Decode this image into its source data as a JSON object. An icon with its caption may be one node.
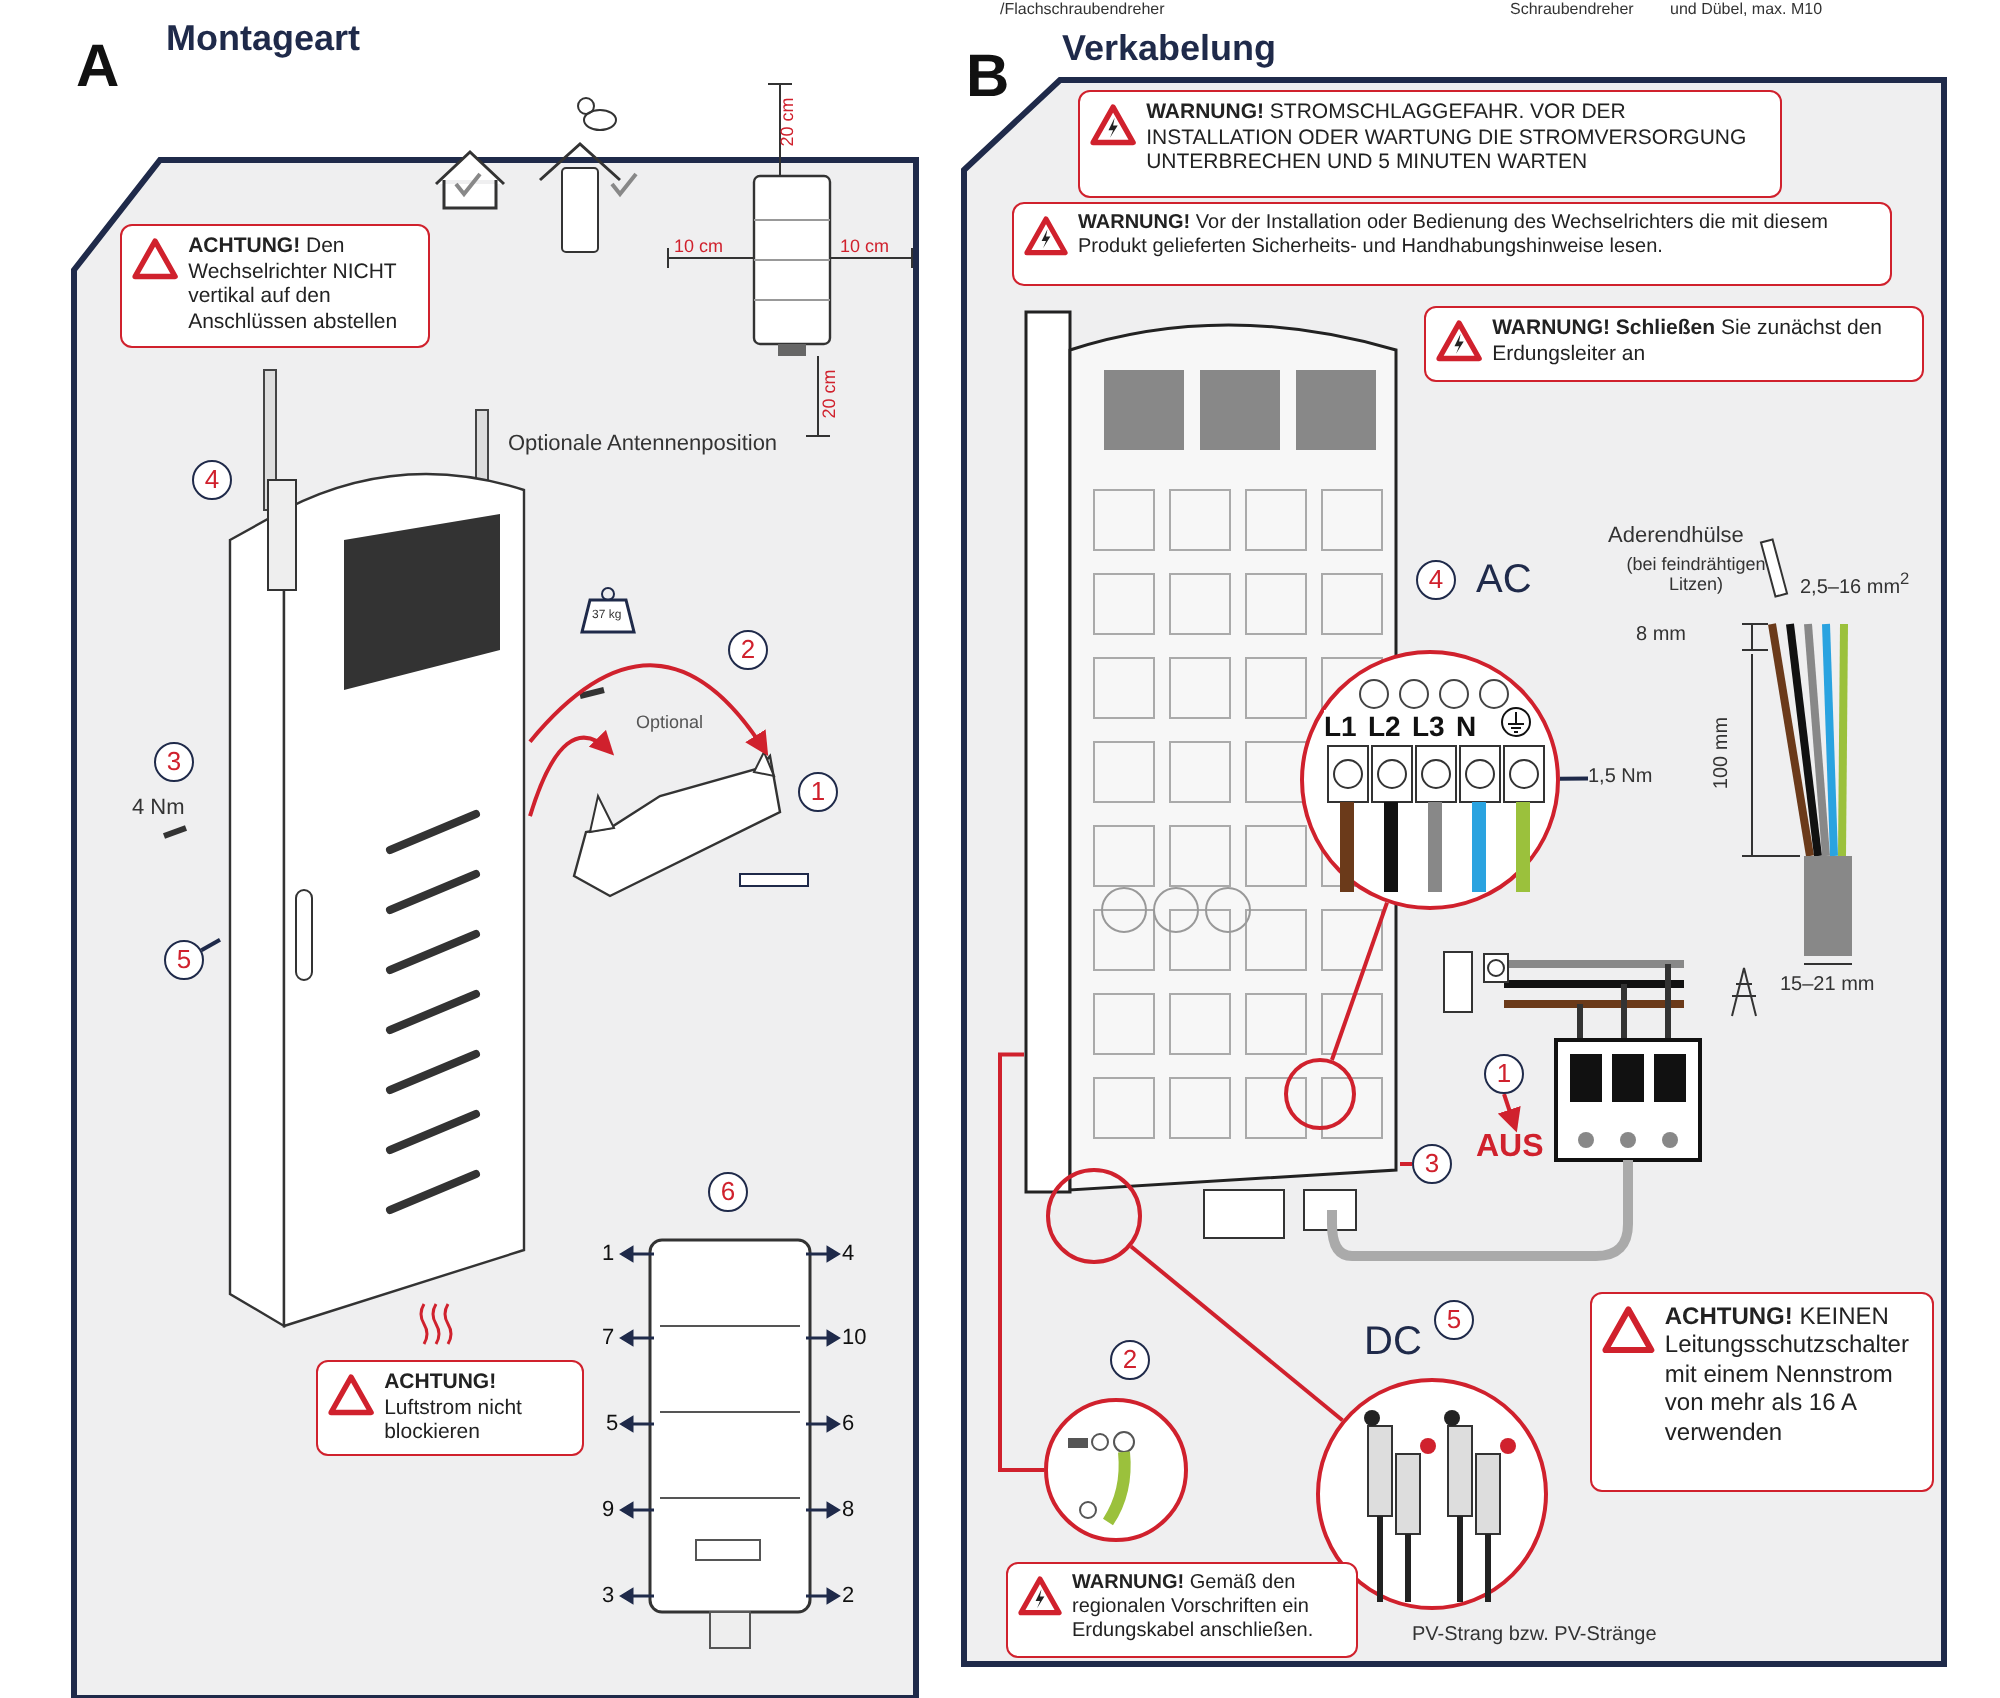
{
  "diagram": {
    "nodes": [
      {
        "text": [
          "A",
          "Montageart"
        ]
      },
      {
        "text": [
          "**ACHTUNG!** Den Wechselrichter NICHT vertikal auf den Anschlüssen abstellen"
        ],
        "in": 0
      },
      {
        "text": [
          "4"
        ],
        "in": 0
      },
      {
        "text": [
          "3"
        ],
        "in": 0,
        "beside": [
          "4 Nm"
        ]
      },
      {
        "text": [
          "2"
        ],
        "in": 0
      },
      {
        "text": [
          "1"
        ],
        "in": 0
      },
      {
        "text": [
          "5"
        ],
        "in": 0
      },
      {
        "text": [
          "6"
        ],
        "in": 0
      },
      {
        "text": [
          "**ACHTUNG!** Luftstrom nicht blockieren"
        ],
        "in": 0
      },
      {
        "text": [],
        "shape": "picture",
        "in": 0
      },
      {
        "text": [],
        "shape": "picture",
        "in": 0
      },
      {
        "text": [
          "B",
          "Verkabelung"
        ]
      },
      {
        "text": [
          "**WARNUNG!** STROMSCHLAGGEFAHR. VOR DER INSTALLATION ODER WARTUNG DIE STROMVERSORGUNG UNTERBRECHEN UND 5 MINUTEN WARTEN"
        ],
        "in": 11
      },
      {
        "text": [
          "**WARNUNG!** Vor der Installation oder Bedienung des Wechselrichters die mit diesem Produkt gelieferten Sicherheits- und Handhabungshinweise lesen."
        ],
        "in": 11
      },
      {
        "text": [
          "**WARNUNG! Schließen** Sie zunächst den Erdungsleiter an"
        ],
        "in": 11
      },
      {
        "text": [],
        "shape": "picture",
        "in": 11
      },
      {
        "text": [
          "4"
        ],
        "in": 11
      },
      {
        "text": [
          "L1",
          "L2",
          "L3",
          "N"
        ],
        "in": 11
      },
      {
        "text": [],
        "shape": "circle",
        "in": 15
      },
      {
        "text": [
          "1"
        ],
        "in": 11
      },
      {
        "text": [
          "3"
        ],
        "in": 11
      },
      {
        "text": [
          "**ACHTUNG!** KEINEN Leitungsschutzschalter mit einem Nennstrom von mehr als 16 A verwenden"
        ],
        "in": 11
      },
      {
        "text": [],
        "shape": "circle",
        "in": 11
      },
      {
        "text": [
          "2"
        ],
        "in": 11
      },
      {
        "text": [],
        "shape": "circle",
        "in": 11
      },
      {
        "text": [
          "5"
        ],
        "in": 11
      },
      {
        "text": [],
        "shape": "circle",
        "in": 11
      },
      {
        "text": [
          "**WARNUNG!** Gemäß den regionalen Vorschriften ein Erdungskabel anschließen."
        ],
        "in": 11
      },
      {
        "text": [
          "1,5 Nm"
        ],
        "in": 11
      },
      {
        "text": [
          "AUS"
        ],
        "in": 11
      }
    ],
    "edges": [
      {
        "from": 9,
        "to": 10,
        "arrow": "to"
      },
      {
        "from": 9,
        "to": 10,
        "arrow": "to"
      },
      {
        "from": 6,
        "to": 9,
        "arrow": "none",
        "color": "#1f2a4a"
      },
      {
        "from": 17,
        "to": 18,
        "arrow": "none"
      },
      {
        "from": 20,
        "to": 15,
        "arrow": "none"
      },
      {
        "from": 22,
        "to": 26,
        "arrow": "none"
      },
      {
        "from": 15,
        "to": 24,
        "arrow": "none"
      },
      {
        "from": 19,
        "to": 29,
        "arrow": "to"
      },
      {
        "from": 28,
        "to": 17,
        "arrow": "none",
        "color": "#1f2a4a"
      }
    ],
    "labels": [
      "/Flachschraubendreher",
      "Schraubendreher",
      "und Dübel, max. M10",
      "Optionale Antennenposition",
      "20 cm",
      "10 cm",
      "10 cm",
      "20 cm",
      "37 kg",
      "Optional",
      "1",
      "4",
      "7",
      "10",
      "5",
      "6",
      "9",
      "8",
      "3",
      "2",
      "AC",
      "Aderendhülse",
      "(bei feindrähtigen Litzen)",
      "2,5–16 mm$^{2}$",
      "8 mm",
      "100 mm",
      "15–21 mm",
      "DC",
      "PV-Strang bzw. PV-Stränge"
    ]
  }
}
